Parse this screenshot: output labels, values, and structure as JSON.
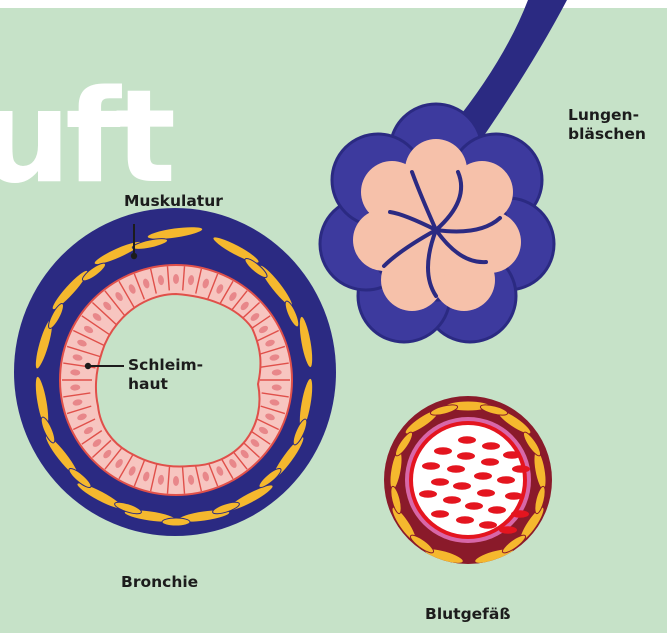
{
  "title_fragment": "uft",
  "labels": {
    "muscle": "Muskulatur",
    "mucosa_line1": "Schleim-",
    "mucosa_line2": "haut",
    "bronchus": "Bronchie",
    "alveoli_line1": "Lungen-",
    "alveoli_line2": "bläschen",
    "vessel": "Blutgefäß"
  },
  "colors": {
    "background": "#c6e2c8",
    "navy": "#2b2a82",
    "alveoli_outer": "#3d3a9e",
    "alveoli_inner": "#f6c1aa",
    "muscle_cells": "#f5b82e",
    "epithelium": "#f7c5c0",
    "epithelium_line": "#e0504a",
    "vessel_wall": "#8a1a2a",
    "blood": "#e4151f",
    "vessel_pink": "#d867a8"
  }
}
